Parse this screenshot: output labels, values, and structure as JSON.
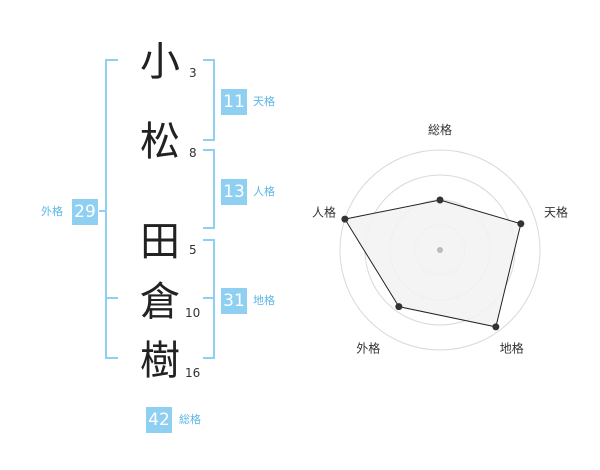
{
  "name_chars": [
    {
      "char": "小",
      "strokes": "3"
    },
    {
      "char": "松",
      "strokes": "8"
    },
    {
      "char": "田",
      "strokes": "5"
    },
    {
      "char": "倉",
      "strokes": "10"
    },
    {
      "char": "樹",
      "strokes": "16"
    }
  ],
  "scores": {
    "tenkaku": {
      "label": "天格",
      "value": "11"
    },
    "jinkaku": {
      "label": "人格",
      "value": "13"
    },
    "chikaku": {
      "label": "地格",
      "value": "31"
    },
    "gaikaku": {
      "label": "外格",
      "value": "29"
    },
    "soukaku": {
      "label": "総格",
      "value": "42"
    }
  },
  "colors": {
    "accent": "#8fd0f2",
    "accent_text": "#5ab6e8",
    "polygon_fill": "#f2f2f2",
    "grid": "#d9d9d9"
  },
  "chart_data": {
    "type": "radar",
    "axes": [
      "総格",
      "天格",
      "地格",
      "外格",
      "人格"
    ],
    "values": [
      0.5,
      0.85,
      0.95,
      0.7,
      1.0
    ],
    "range": [
      0,
      1
    ],
    "rings": 4
  }
}
